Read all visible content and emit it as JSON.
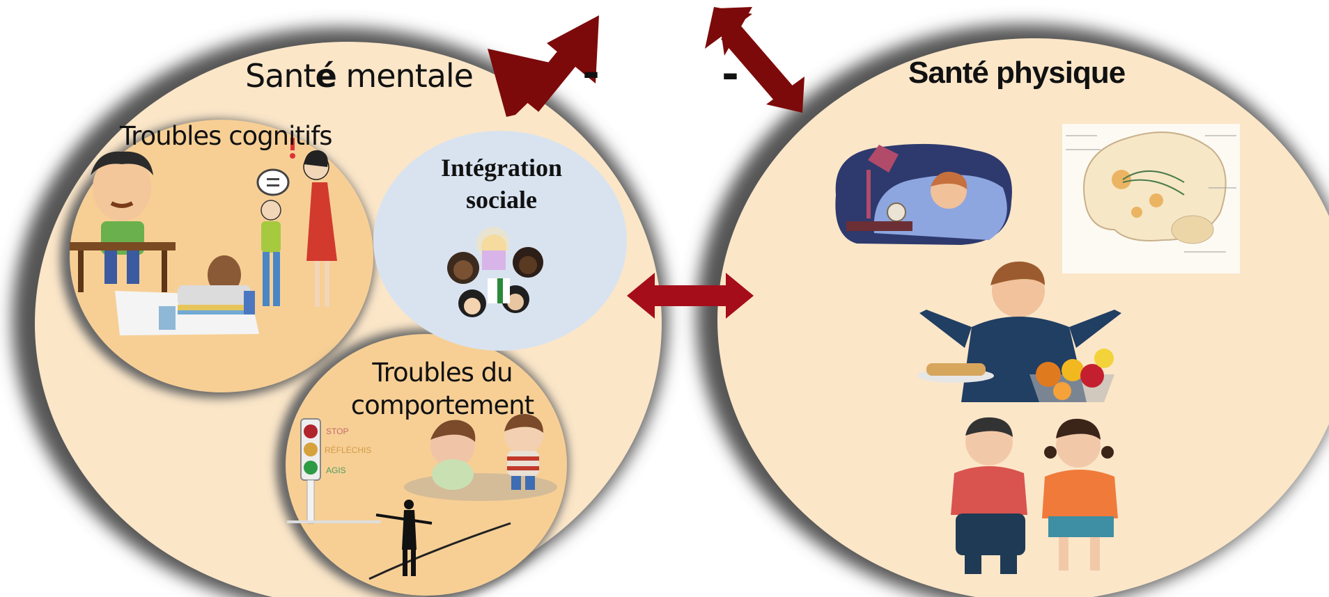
{
  "diagram": {
    "left_circle": {
      "title_part1": "Sant",
      "title_bold": "é",
      "title_part2": " mentale"
    },
    "right_circle": {
      "title": "Santé physique"
    },
    "bubbles": {
      "cognitive": "Troubles cognitifs",
      "behavior_line1": "Troubles du",
      "behavior_line2": "comportement",
      "social_line1": "Intégration",
      "social_line2": "sociale"
    },
    "connector_marks": [
      "-",
      "-"
    ],
    "traffic_light_words": [
      "STOP",
      "RÉFLÉCHIS",
      "AGIS"
    ],
    "colors": {
      "circle_fill": "#fbe6c8",
      "bubble_fill": "#f7cf95",
      "social_fill": "#d9e3f0",
      "shadow": "#555555",
      "arrow_dark": "#7d0a0a",
      "arrow_bright": "#a50d1a"
    },
    "illustrations": [
      "confused-man-icon",
      "student-head-down-icon",
      "arguing-children-icon",
      "group-of-children-icon",
      "traffic-light-icon",
      "fighting-kids-icon",
      "tightrope-walker-icon",
      "sleeping-child-icon",
      "brain-diagram-icon",
      "boy-food-choice-icon",
      "overweight-children-icon"
    ]
  }
}
